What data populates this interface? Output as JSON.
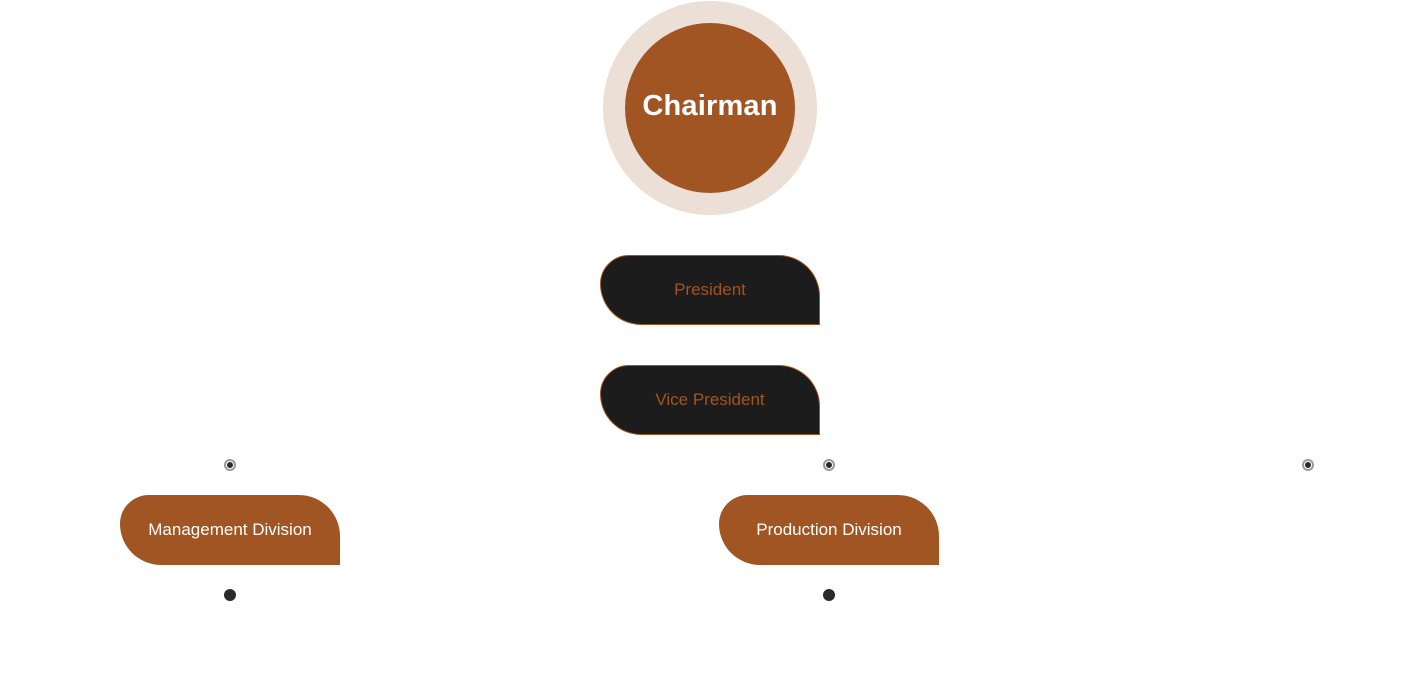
{
  "chart": {
    "root": {
      "label": "Chairman"
    },
    "levels": [
      {
        "label": "President"
      },
      {
        "label": "Vice President"
      }
    ],
    "divisions": [
      {
        "label": "Management Division"
      },
      {
        "label": "Production Division"
      }
    ]
  },
  "colors": {
    "brand_brown": "#a05522",
    "ring_tint": "#ecdfd5",
    "dark_fill": "#1c1c1c",
    "node_text_light": "#ffffff"
  }
}
